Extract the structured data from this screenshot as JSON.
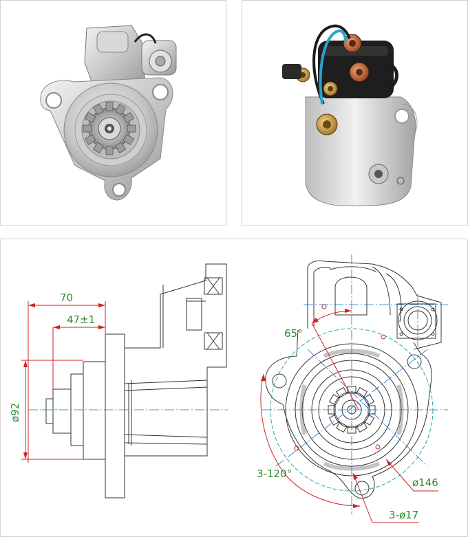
{
  "photos": {
    "front": {
      "name": "starter-front-view"
    },
    "rear": {
      "name": "starter-rear-view"
    }
  },
  "drawing": {
    "side_view": {
      "dim_length": "70",
      "dim_pinion": "47±1",
      "dim_diameter": "ø92"
    },
    "front_view": {
      "angle": "65°",
      "bolt_spacing": "3-120°",
      "bolt_circle": "ø146",
      "bolt_holes": "3-ø17"
    }
  },
  "colors": {
    "outline": "#333333",
    "dimension_line": "#cc2222",
    "dimension_text": "#2e8b2e",
    "center_line": "#1a6fd0",
    "bolt_circle": "#2aa6a6"
  }
}
